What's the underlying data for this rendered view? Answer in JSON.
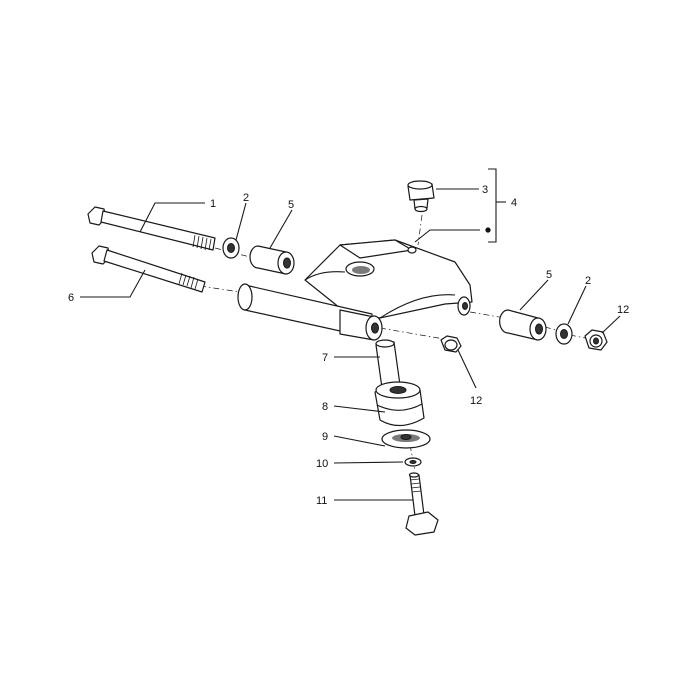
{
  "diagram": {
    "callouts": [
      {
        "id": "c1",
        "label": "1"
      },
      {
        "id": "c2a",
        "label": "2"
      },
      {
        "id": "c3",
        "label": "3"
      },
      {
        "id": "c4",
        "label": "4"
      },
      {
        "id": "c5a",
        "label": "5"
      },
      {
        "id": "c6",
        "label": "6"
      },
      {
        "id": "c5b",
        "label": "5"
      },
      {
        "id": "c2b",
        "label": "2"
      },
      {
        "id": "c12a",
        "label": "12"
      },
      {
        "id": "c12b",
        "label": "12"
      },
      {
        "id": "c7",
        "label": "7"
      },
      {
        "id": "c8",
        "label": "8"
      },
      {
        "id": "c9",
        "label": "9"
      },
      {
        "id": "c10",
        "label": "10"
      },
      {
        "id": "c11",
        "label": "11"
      }
    ]
  }
}
